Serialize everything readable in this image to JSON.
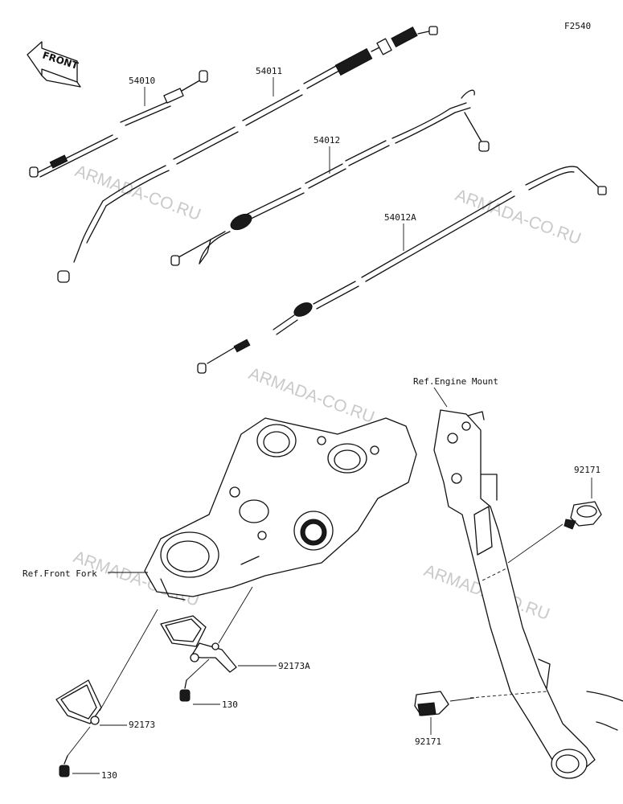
{
  "figure_code": "F2540",
  "front_indicator": "FRONT",
  "watermark": "ARMADA-CO.RU",
  "parts": {
    "cable_54010": "54010",
    "cable_54011": "54011",
    "cable_54012": "54012",
    "cable_54012A": "54012A",
    "clamp_92171_upper": "92171",
    "clamp_92171_lower": "92171",
    "guide_92173": "92173",
    "bracket_92173A": "92173A",
    "bolt_130_upper": "130",
    "bolt_130_lower": "130"
  },
  "references": {
    "engine_mount": "Ref.Engine Mount",
    "front_fork": "Ref.Front Fork"
  }
}
